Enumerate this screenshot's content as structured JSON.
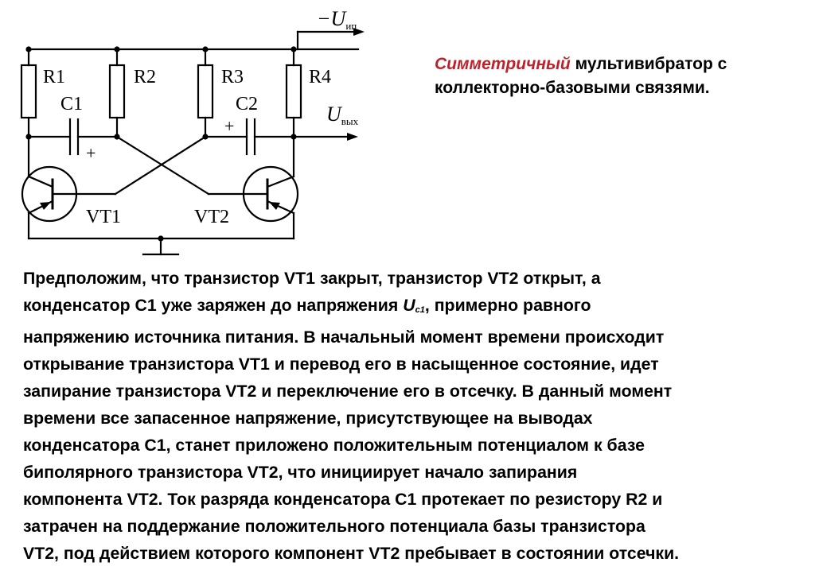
{
  "diagram": {
    "supply_label_prefix": "−U",
    "supply_label_sub": "ип",
    "output_label_prefix": "U",
    "output_label_sub": "вых",
    "resistors": [
      "R1",
      "R2",
      "R3",
      "R4"
    ],
    "capacitors": [
      "C1",
      "C2"
    ],
    "transistors": [
      "VT1",
      "VT2"
    ],
    "plus_sign": "+"
  },
  "heading": {
    "accent": "Симметричный",
    "rest": " мультивибратор с коллекторно-базовыми связями."
  },
  "paragraph": {
    "line1": "Предположим, что транзистор VT1 закрыт, транзистор VT2 открыт, а",
    "line2_a": "конденсатор С1 уже заряжен до напряжения ",
    "line2_u": "U",
    "line2_sub": "c1",
    "line2_b": ", примерно равного",
    "line3": "напряжению источника питания. В начальный момент времени происходит",
    "line4": "открывание транзистора VT1 и перевод его в насыщенное состояние, идет",
    "line5": "запирание транзистора VT2 и переключение его в отсечку. В данный момент",
    "line6": "времени все запасенное напряжение, присутствующее на выводах",
    "line7": "конденсатора С1, станет приложено положительным потенциалом к базе",
    "line8": "биполярного транзистора VT2, что инициирует начало запирания",
    "line9": "компонента VT2. Ток разряда конденсатора С1 протекает по резистору R2 и",
    "line10": "затрачен на поддержание положительного потенциала базы транзистора",
    "line11": "VT2, под действием которого компонент VT2 пребывает в состоянии отсечки."
  }
}
